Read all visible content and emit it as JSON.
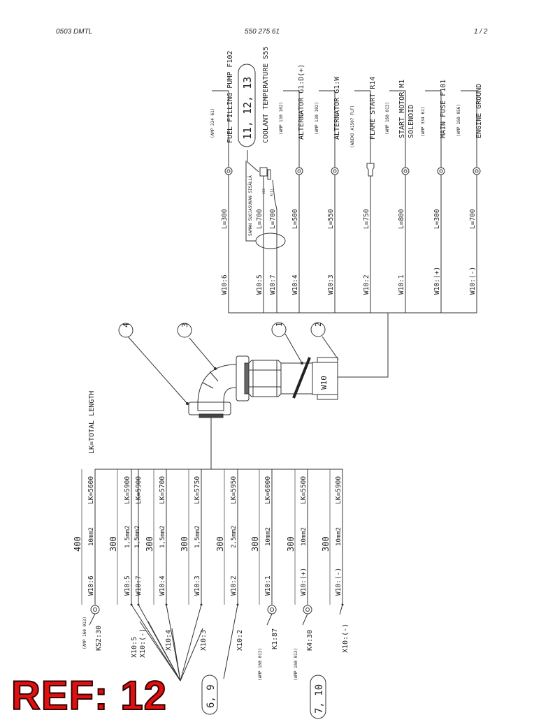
{
  "header": {
    "left": "0503 DMTL",
    "center": "550 275 61",
    "right": "1 /  2"
  },
  "upper_wires": [
    {
      "wire": "W10:6",
      "length": "L=300",
      "amp": "(AMP 334 61)",
      "dest": "FUEL FILLING PUMP F102"
    },
    {
      "wire": "W10:5",
      "length": "L=700",
      "amp": "",
      "dest": "COOLANT TEMPERATURE S55"
    },
    {
      "wire": "W10:7",
      "length": "L=700",
      "amp": "",
      "dest": ""
    },
    {
      "wire": "W10:4",
      "length": "L=500",
      "amp": "(AMP 130 102)",
      "dest": "ALTERNATOR G1:D(+)"
    },
    {
      "wire": "W10:3",
      "length": "L=550",
      "amp": "(AMP 130 102)",
      "dest": "ALTERNATOR G1:W"
    },
    {
      "wire": "W10:2",
      "length": "L=750",
      "amp": "(ABIKO A1507 FLF)",
      "dest": "FLAME START R14"
    },
    {
      "wire": "W10:1",
      "length": "L=800",
      "amp": "(AMP 160 013)",
      "dest": "START MOTOR M1"
    },
    {
      "wire": "W10:(+)",
      "length": "L=300",
      "amp": "(AMP 334 61)",
      "dest": "MAIN FUSE F101"
    },
    {
      "wire": "W10:(-)",
      "length": "L=700",
      "amp": "(AMP 160 056)",
      "dest": "ENGINE GROUND"
    }
  ],
  "solenoid_label": "SOLENOID",
  "sensor_note": "SAMAN SUOJASUKAN SISÄLLÄ",
  "sensor_pins": [
    "S55",
    "R(1)"
  ],
  "ref_bubble_top": "11, 12, 13",
  "parts": [
    "1",
    "2",
    "3",
    "4"
  ],
  "harness_label": "W10",
  "total_length_note": "LK=TOTAL LENGTH",
  "lower_wires": [
    {
      "wire": "W10:6",
      "section": "10mm2",
      "lk": "LK=5600"
    },
    {
      "wire": "W10:5",
      "section": "1,5mm2",
      "lk": "LK=5900"
    },
    {
      "wire": "W10:7",
      "section": "1,5mm2",
      "lk": "LK=5900"
    },
    {
      "wire": "W10:4",
      "section": "1,5mm2",
      "lk": "LK=5700"
    },
    {
      "wire": "W10:3",
      "section": "1,5mm2",
      "lk": "LK=5750"
    },
    {
      "wire": "W10:2",
      "section": "2,5mm2",
      "lk": "LK=5950"
    },
    {
      "wire": "W10:1",
      "section": "10mm2",
      "lk": "LK=6000"
    },
    {
      "wire": "W10:(+)",
      "section": "10mm2",
      "lk": "LK=5500"
    },
    {
      "wire": "W10:(-)",
      "section": "10mm2",
      "lk": "LK=5900"
    }
  ],
  "spacing_dims": [
    "400",
    "300",
    "300",
    "300",
    "300",
    "300",
    "300",
    "300"
  ],
  "terminals": {
    "ks2": "KS2:30",
    "x10_5": "X10:5",
    "x10_minus_a": "X10:(-)",
    "x10_4": "X10:4",
    "x10_3": "X10:3",
    "x10_2": "X10:2",
    "k1": "K1:87",
    "k4": "K4:30",
    "x10_minus_b": "X10:(-)",
    "amp_a": "(AMP 160 013)",
    "amp_b": "(AMP 160 013)",
    "amp_c": "(AMP 160 013)"
  },
  "bubbles_bottom": [
    "6, 9",
    "7, 10"
  ],
  "ref_stamp": "REF: 12"
}
